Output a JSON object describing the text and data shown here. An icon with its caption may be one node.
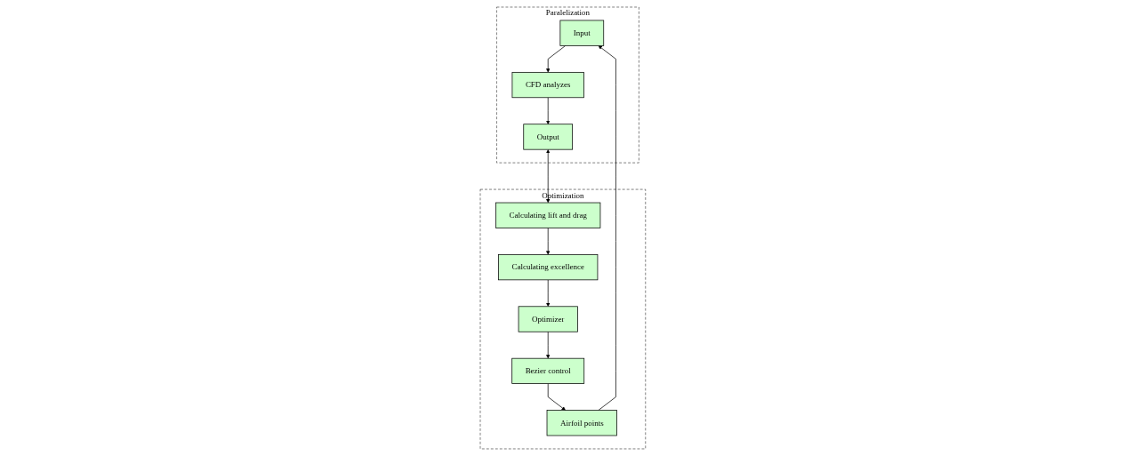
{
  "diagram": {
    "nodes": [
      {
        "text": [
          "Paralelization"
        ]
      },
      {
        "text": [
          "Input"
        ],
        "in": 0
      },
      {
        "text": [
          "CFD analyzes"
        ],
        "in": 0
      },
      {
        "text": [
          "Output"
        ],
        "in": 0
      },
      {
        "text": [
          "Optimization"
        ]
      },
      {
        "text": [
          "Optimizer"
        ],
        "in": 4
      },
      {
        "text": [
          "Bezier control"
        ],
        "in": 4
      },
      {
        "text": [
          "Airfoil points"
        ],
        "in": 4
      },
      {
        "text": [
          "Calculating lift and drag"
        ],
        "in": 4
      },
      {
        "text": [
          "Calculating excellence"
        ],
        "in": 4
      }
    ],
    "edges": [
      {
        "from": 1,
        "to": 2,
        "arrow": "to"
      },
      {
        "from": 2,
        "to": 3,
        "arrow": "to"
      },
      {
        "from": 7,
        "to": 1,
        "arrow": "to"
      },
      {
        "from": 3,
        "to": 8,
        "arrow": "both"
      },
      {
        "from": 5,
        "to": 6,
        "arrow": "to"
      },
      {
        "from": 6,
        "to": 7,
        "arrow": "to"
      },
      {
        "from": 8,
        "to": 9,
        "arrow": "to"
      },
      {
        "from": 9,
        "to": 5,
        "arrow": "to"
      }
    ]
  }
}
